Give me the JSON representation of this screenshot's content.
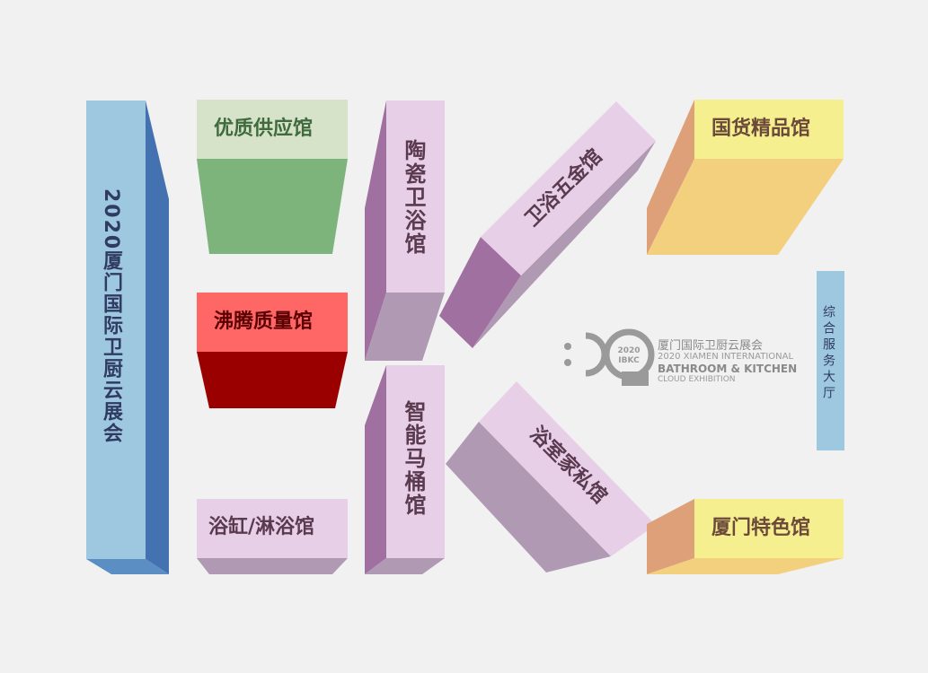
{
  "colors": {
    "background": "#f1f1f1",
    "blue_face": "#9ec8e0",
    "blue_side": "#4472b1",
    "green_top": "#d6e3c9",
    "green_face": "#7db47c",
    "red_top": "#ff6767",
    "red_face": "#9b0000",
    "purple_light": "#e8cfe8",
    "purple_mid": "#b099b3",
    "purple_dark": "#a070a0",
    "yellow_face": "#f6ef8f",
    "yellow_side": "#f2d07e",
    "orange_side": "#dda079"
  },
  "exhibition_name": "2020厦门国际卫厨云展会",
  "halls": {
    "quality_supply": "优质供应馆",
    "boiling_quality": "沸腾质量馆",
    "bathtub_shower": "浴缸/淋浴馆",
    "ceramic_bath": "陶瓷卫浴馆",
    "smart_toilet": "智能马桶馆",
    "bath_hardware": "卫浴五金馆",
    "bathroom_furniture": "浴室家私馆",
    "national_products": "国货精品馆",
    "xiamen_special": "厦门特色馆",
    "service_hall": "综合服务大厅"
  },
  "logo": {
    "year": "2020",
    "abbr": "IBKC",
    "name_cn": "厦门国际卫厨云展会",
    "line1": "2020 XIAMEN INTERNATIONAL",
    "line2": "BATHROOM & KITCHEN",
    "line3": "CLOUD EXHIBITION"
  }
}
